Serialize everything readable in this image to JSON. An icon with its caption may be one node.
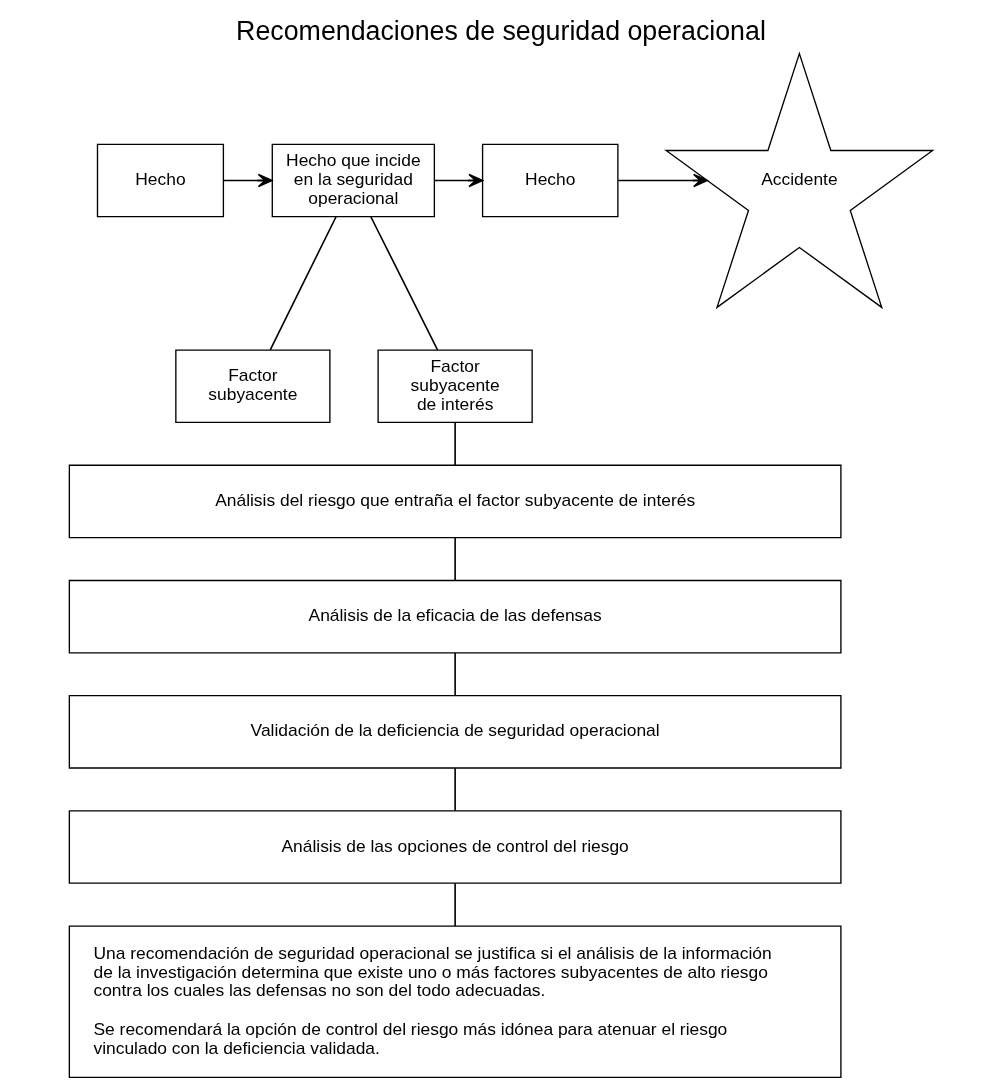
{
  "diagram": {
    "title": "Recomendaciones de seguridad operacional",
    "nodes": [
      {
        "text": [
          "Hecho"
        ]
      },
      {
        "text": [
          "Hecho que incide en la seguridad operacional"
        ]
      },
      {
        "text": [
          "Hecho"
        ]
      },
      {
        "text": [
          "Accidente"
        ]
      },
      {
        "text": [
          "Factor subyacente"
        ]
      },
      {
        "text": [
          "Factor subyacente de interés"
        ]
      },
      {
        "text": [
          "Análisis del riesgo que entraña el factor subyacente de interés"
        ]
      },
      {
        "text": [
          "Análisis de la eficacia de las defensas"
        ]
      },
      {
        "text": [
          "Validación de la deficiencia de seguridad operacional"
        ]
      },
      {
        "text": [
          "Análisis de las opciones de control del riesgo"
        ]
      },
      {
        "text": [
          "Una recomendación de seguridad operacional se justifica si el análisis de la información de la investigación determina que existe uno o más factores subyacentes de alto riesgo contra los cuales las defensas no son del todo adecuadas.",
          "Se recomendará la opción de control del riesgo más idónea para atenuar el riesgo vinculado con la deficiencia validada."
        ]
      }
    ],
    "edges": [
      {
        "from": 0,
        "to": 1,
        "arrow": "to"
      },
      {
        "from": 1,
        "to": 2,
        "arrow": "to"
      },
      {
        "from": 2,
        "to": 3,
        "arrow": "to"
      },
      {
        "from": 1,
        "to": 4,
        "arrow": "none"
      },
      {
        "from": 1,
        "to": 5,
        "arrow": "none"
      },
      {
        "from": 5,
        "to": 6,
        "arrow": "none"
      },
      {
        "from": 6,
        "to": 7,
        "arrow": "none"
      },
      {
        "from": 7,
        "to": 8,
        "arrow": "none"
      },
      {
        "from": 8,
        "to": 9,
        "arrow": "none"
      },
      {
        "from": 9,
        "to": 10,
        "arrow": "none"
      }
    ]
  }
}
